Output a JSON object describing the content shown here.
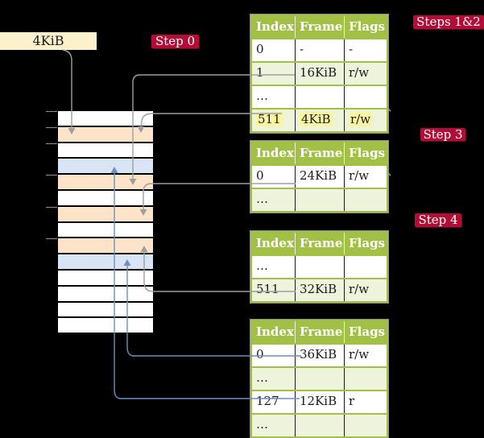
{
  "colors": {
    "badge_bg": "#b10d36",
    "table_header_bg": "#a2c046",
    "table_alt_row_bg": "#eef3dc",
    "text_highlight": "#faf5a1",
    "frame_box_bg": "#fdf0cd",
    "mem_white": "#ffffff",
    "mem_peach": "#fde4c8",
    "mem_blue": "#d9e5f5",
    "arrow_gray": "#9e9e9e",
    "arrow_blue": "#6e8ec4"
  },
  "frame_box": {
    "label": "4KiB"
  },
  "badges": {
    "step0": "Step 0",
    "steps12": "Steps 1&2",
    "step3": "Step 3",
    "step4": "Step 4"
  },
  "memory": {
    "row_colors": [
      "white",
      "peach",
      "white",
      "blue",
      "peach",
      "white",
      "peach",
      "white",
      "peach",
      "blue",
      "white",
      "white",
      "white",
      "white"
    ],
    "tick_rows": [
      0,
      1,
      2,
      4,
      6,
      8
    ]
  },
  "tables": [
    {
      "name": "page-table-steps-1-2",
      "headers": [
        "Index",
        "Frame",
        "Flags"
      ],
      "rows": [
        {
          "cells": [
            "0",
            "-",
            "-"
          ],
          "alt": false,
          "highlight": false
        },
        {
          "cells": [
            "1",
            "16KiB",
            "r/w"
          ],
          "alt": true,
          "highlight": false
        },
        {
          "cells": [
            "…",
            "",
            ""
          ],
          "alt": false,
          "highlight": false
        },
        {
          "cells": [
            "511",
            "4KiB",
            "r/w"
          ],
          "alt": true,
          "highlight": true
        }
      ]
    },
    {
      "name": "page-table-step-3",
      "headers": [
        "Index",
        "Frame",
        "Flags"
      ],
      "rows": [
        {
          "cells": [
            "0",
            "24KiB",
            "r/w"
          ],
          "alt": false,
          "highlight": false
        },
        {
          "cells": [
            "…",
            "",
            ""
          ],
          "alt": true,
          "highlight": false
        }
      ]
    },
    {
      "name": "page-table-step-4",
      "headers": [
        "Index",
        "Frame",
        "Flags"
      ],
      "rows": [
        {
          "cells": [
            "…",
            "",
            ""
          ],
          "alt": false,
          "highlight": false
        },
        {
          "cells": [
            "511",
            "32KiB",
            "r/w"
          ],
          "alt": true,
          "highlight": false
        }
      ]
    },
    {
      "name": "page-table-level-1",
      "headers": [
        "Index",
        "Frame",
        "Flags"
      ],
      "rows": [
        {
          "cells": [
            "0",
            "36KiB",
            "r/w"
          ],
          "alt": false,
          "highlight": false
        },
        {
          "cells": [
            "…",
            "",
            ""
          ],
          "alt": true,
          "highlight": false
        },
        {
          "cells": [
            "127",
            "12KiB",
            "r"
          ],
          "alt": false,
          "highlight": false
        },
        {
          "cells": [
            "…",
            "",
            ""
          ],
          "alt": true,
          "highlight": false
        }
      ]
    }
  ],
  "connectors": [
    {
      "id": "frame-box-to-4kib-frame-arrow",
      "color": "gray"
    },
    {
      "id": "entry1-to-16kib-frame-arrow",
      "color": "gray"
    },
    {
      "id": "entry511-to-4kib-frame-arrow",
      "color": "gray"
    },
    {
      "id": "entry0-to-24kib-frame-arrow",
      "color": "gray"
    },
    {
      "id": "entry511-to-32kib-frame-arrow",
      "color": "gray"
    },
    {
      "id": "entry0-to-36kib-frame-arrow",
      "color": "blue"
    },
    {
      "id": "entry127-to-12kib-frame-arrow",
      "color": "blue"
    },
    {
      "id": "stub-dash-right-of-entry511",
      "color": "gray"
    },
    {
      "id": "stub-dash-right-of-entry0",
      "color": "gray"
    }
  ]
}
